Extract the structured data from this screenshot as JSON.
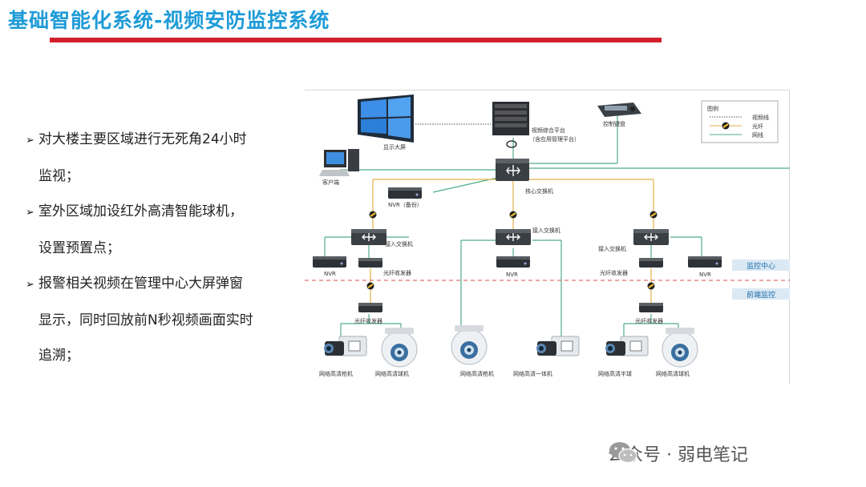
{
  "title": "基础智能化系统-视频安防监控系统",
  "bullets": [
    {
      "line1": "对大楼主要区域进行无死角24小时",
      "line2": "监视；"
    },
    {
      "line1": "室外区域加设红外高清智能球机，",
      "line2": "设置预置点；"
    },
    {
      "line1": "报警相关视频在管理中心大屏弹窗",
      "line2": "显示，同时回放前N秒视频画面实时",
      "line3": "追溯；"
    }
  ],
  "bullet_marker": "➢",
  "legend": {
    "title": "图例",
    "items": [
      "视频线",
      "光纤",
      "网线"
    ]
  },
  "zones": {
    "upper": "监控中心",
    "lower": "前端监控"
  },
  "labels": {
    "display_wall": "显示大屏",
    "platform_line1": "视频综合平台",
    "platform_line2": "（含应用管理平台）",
    "control_keyboard": "控制键盘",
    "client": "客户端",
    "core_switch": "核心交换机",
    "nvr_backup": "NVR（备份）",
    "access_switch": "接入交换机",
    "nvr": "NVR",
    "fiber_transceiver": "光纤收发器",
    "bullet_cam": "网络高清枪机",
    "dome_cam": "网络高清球机",
    "all_in_one_cam": "网络高清一体机",
    "half_dome_cam": "网络高清半球"
  },
  "colors": {
    "title": "#1e9bd7",
    "title_bar": "#d21f2b",
    "network_line": "#4fae8a",
    "fiber_line": "#e0b24a",
    "zone_label": "#1e6fa8"
  },
  "watermark": {
    "text": "公众号 · 弱电笔记",
    "icon": "wechat-icon"
  }
}
